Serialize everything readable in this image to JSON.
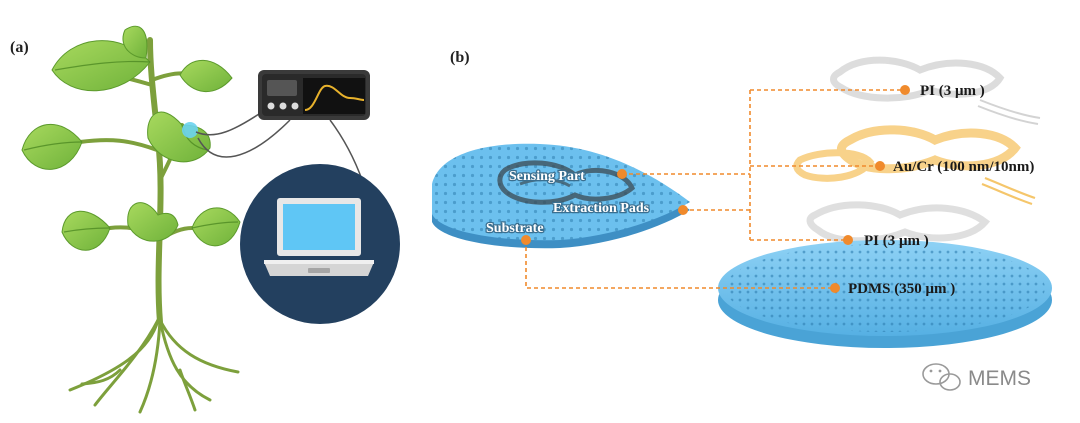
{
  "panels": {
    "a_label": "(a)",
    "b_label": "(b)"
  },
  "labels": {
    "sensing_part": "Sensing Part",
    "extraction_pads": "Extraction Pads",
    "substrate": "Substrate",
    "pi_top": "PI (3 μm )",
    "au_cr": "Au/Cr (100 nm/10nm)",
    "pi_bottom": "PI (3 μm )",
    "pdms": "PDMS (350 μm )"
  },
  "watermark": {
    "text": "MEMS",
    "icon": "wechat-icon"
  },
  "colors": {
    "leader": "#f08a2c",
    "leaf": "#8cc84b",
    "stem": "#7da03c",
    "sensor_blue": "#5fb7e8",
    "gold": "#f5c66b",
    "laptop_circle": "#23405f",
    "screen": "#5fc6f5"
  }
}
